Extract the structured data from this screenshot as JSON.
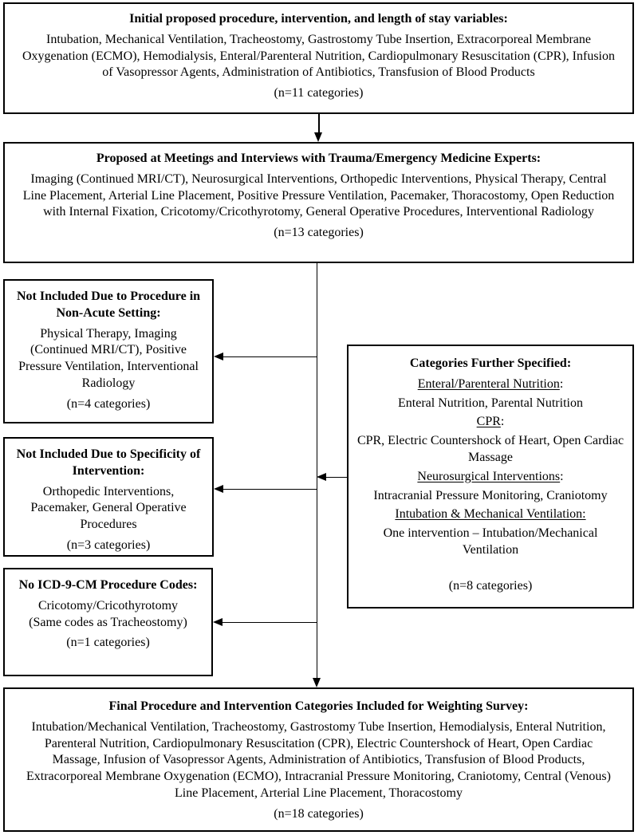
{
  "colors": {
    "ink": "#000000",
    "paper": "#ffffff"
  },
  "diagram": {
    "boxes": {
      "initial": {
        "title": "Initial proposed procedure, intervention, and length of stay variables:",
        "body": "Intubation, Mechanical Ventilation, Tracheostomy, Gastrostomy Tube Insertion, Extracorporeal Membrane Oxygenation (ECMO), Hemodialysis, Enteral/Parenteral Nutrition, Cardiopulmonary Resuscitation (CPR), Infusion of Vasopressor Agents, Administration of Antibiotics, Transfusion of Blood Products",
        "count": "(n=11 categories)"
      },
      "proposed": {
        "title": "Proposed at Meetings and Interviews with Trauma/Emergency Medicine Experts:",
        "body": "Imaging (Continued MRI/CT), Neurosurgical Interventions, Orthopedic Interventions, Physical Therapy, Central Line Placement, Arterial Line Placement, Positive Pressure Ventilation, Pacemaker, Thoracostomy, Open Reduction with Internal Fixation, Cricotomy/Cricothyrotomy, General Operative Procedures, Interventional Radiology",
        "count": "(n=13 categories)"
      },
      "non_acute": {
        "title": "Not Included Due to Procedure in Non-Acute Setting:",
        "body": "Physical Therapy, Imaging (Continued MRI/CT), Positive Pressure Ventilation, Interventional Radiology",
        "count": "(n=4 categories)"
      },
      "specificity": {
        "title": "Not Included Due to Specificity of Intervention:",
        "body": "Orthopedic Interventions, Pacemaker, General Operative Procedures",
        "count": "(n=3 categories)"
      },
      "icd": {
        "title": "No ICD-9-CM Procedure Codes:",
        "body": "Cricotomy/Cricothyrotomy\n(Same codes as Tracheostomy)",
        "count": "(n=1 categories)"
      },
      "specified": {
        "title": "Categories Further Specified:",
        "sections": [
          {
            "term": "Enteral/Parenteral Nutrition",
            "colon_underlined": false,
            "items": "Enteral Nutrition, Parental Nutrition"
          },
          {
            "term": "CPR",
            "colon_underlined": false,
            "items": "CPR, Electric Countershock of Heart, Open Cardiac Massage"
          },
          {
            "term": "Neurosurgical Interventions",
            "colon_underlined": false,
            "items": "Intracranial Pressure Monitoring, Craniotomy"
          },
          {
            "term": "Intubation & Mechanical Ventilation",
            "colon_underlined": true,
            "items": "One intervention – Intubation/Mechanical Ventilation"
          }
        ],
        "count": "(n=8 categories)"
      },
      "final": {
        "title": "Final Procedure and Intervention Categories Included for Weighting Survey:",
        "body": "Intubation/Mechanical Ventilation, Tracheostomy, Gastrostomy Tube Insertion, Hemodialysis, Enteral Nutrition, Parenteral Nutrition, Cardiopulmonary Resuscitation (CPR), Electric Countershock of Heart, Open Cardiac Massage, Infusion of Vasopressor Agents, Administration of Antibiotics, Transfusion of Blood Products, Extracorporeal Membrane Oxygenation (ECMO), Intracranial Pressure Monitoring, Craniotomy, Central (Venous) Line Placement, Arterial Line Placement, Thoracostomy",
        "count": "(n=18 categories)"
      }
    }
  }
}
